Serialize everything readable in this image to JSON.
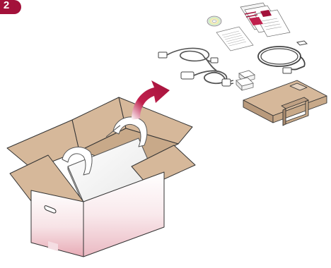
{
  "step": {
    "number": "2"
  },
  "colors": {
    "accent": "#a3113a",
    "cardboard": "#d6b89a",
    "cardboard_dark": "#b99a7c",
    "outline": "#333333"
  },
  "items": [
    {
      "name": "cd-disc",
      "icon": "cd-icon"
    },
    {
      "name": "user-manuals",
      "icon": "document-stack-icon"
    },
    {
      "name": "quick-guide-sheet",
      "icon": "document-icon"
    },
    {
      "name": "usb-cable",
      "icon": "usb-cable-icon"
    },
    {
      "name": "power-cord",
      "icon": "power-cord-icon"
    },
    {
      "name": "lan-cable",
      "icon": "lan-cable-icon"
    },
    {
      "name": "cable-holders",
      "icon": "cable-holder-icon"
    },
    {
      "name": "cardboard-insert",
      "icon": "cardboard-insert-icon"
    },
    {
      "name": "monitor-with-handles",
      "icon": "packaged-monitor-icon"
    },
    {
      "name": "lift-out-arrow",
      "icon": "curved-arrow-icon"
    },
    {
      "name": "open-box",
      "icon": "box-icon"
    }
  ]
}
